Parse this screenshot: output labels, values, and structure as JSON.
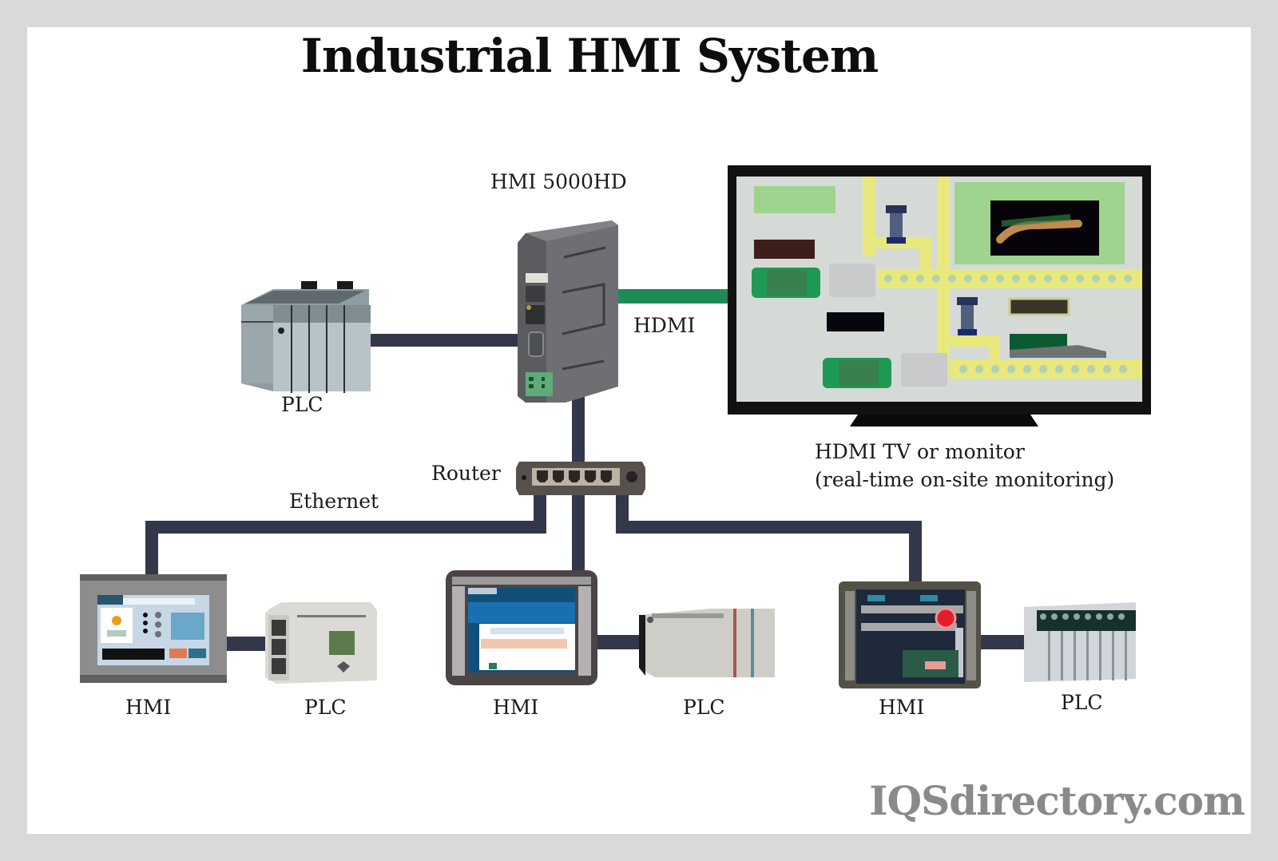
{
  "title": "Industrial HMI System",
  "watermark": "IQSdirectory.com",
  "colors": {
    "cable": "#33374a",
    "hdmi_cable": "#1e8a56",
    "frame": "#d9d9d9",
    "monitor_bezel": "#111111",
    "monitor_screen": "#d5dad7",
    "pipe": "#e9e87c"
  },
  "nodes": {
    "gateway": {
      "label": "HMI 5000HD",
      "icon": "hmi-gateway-device-icon"
    },
    "plc_main": {
      "label": "PLC",
      "icon": "rack-plc-icon"
    },
    "monitor": {
      "label_line1": "HDMI TV or monitor",
      "label_line2": "(real-time on-site monitoring)",
      "icon": "monitor-icon"
    },
    "router": {
      "label": "Router",
      "icon": "router-icon",
      "ports": 5
    },
    "hmi_1": {
      "label": "HMI",
      "icon": "hmi-panel-icon"
    },
    "plc_1": {
      "label": "PLC",
      "icon": "compact-plc-icon"
    },
    "hmi_2": {
      "label": "HMI",
      "icon": "hmi-touchscreen-icon"
    },
    "plc_2": {
      "label": "PLC",
      "icon": "modular-plc-icon"
    },
    "hmi_3": {
      "label": "HMI",
      "icon": "hmi-control-panel-icon"
    },
    "plc_3": {
      "label": "PLC",
      "icon": "io-rack-plc-icon"
    }
  },
  "connections": {
    "hdmi_label": "HDMI",
    "ethernet_label": "Ethernet",
    "links": [
      {
        "from": "plc_main",
        "to": "gateway",
        "type": "Ethernet"
      },
      {
        "from": "gateway",
        "to": "monitor",
        "type": "HDMI"
      },
      {
        "from": "gateway",
        "to": "router",
        "type": "Ethernet"
      },
      {
        "from": "router",
        "to": "hmi_1",
        "type": "Ethernet"
      },
      {
        "from": "router",
        "to": "hmi_2",
        "type": "Ethernet"
      },
      {
        "from": "router",
        "to": "hmi_3",
        "type": "Ethernet"
      },
      {
        "from": "hmi_1",
        "to": "plc_1",
        "type": "Ethernet"
      },
      {
        "from": "hmi_2",
        "to": "plc_2",
        "type": "Ethernet"
      },
      {
        "from": "hmi_3",
        "to": "plc_3",
        "type": "Ethernet"
      }
    ]
  }
}
